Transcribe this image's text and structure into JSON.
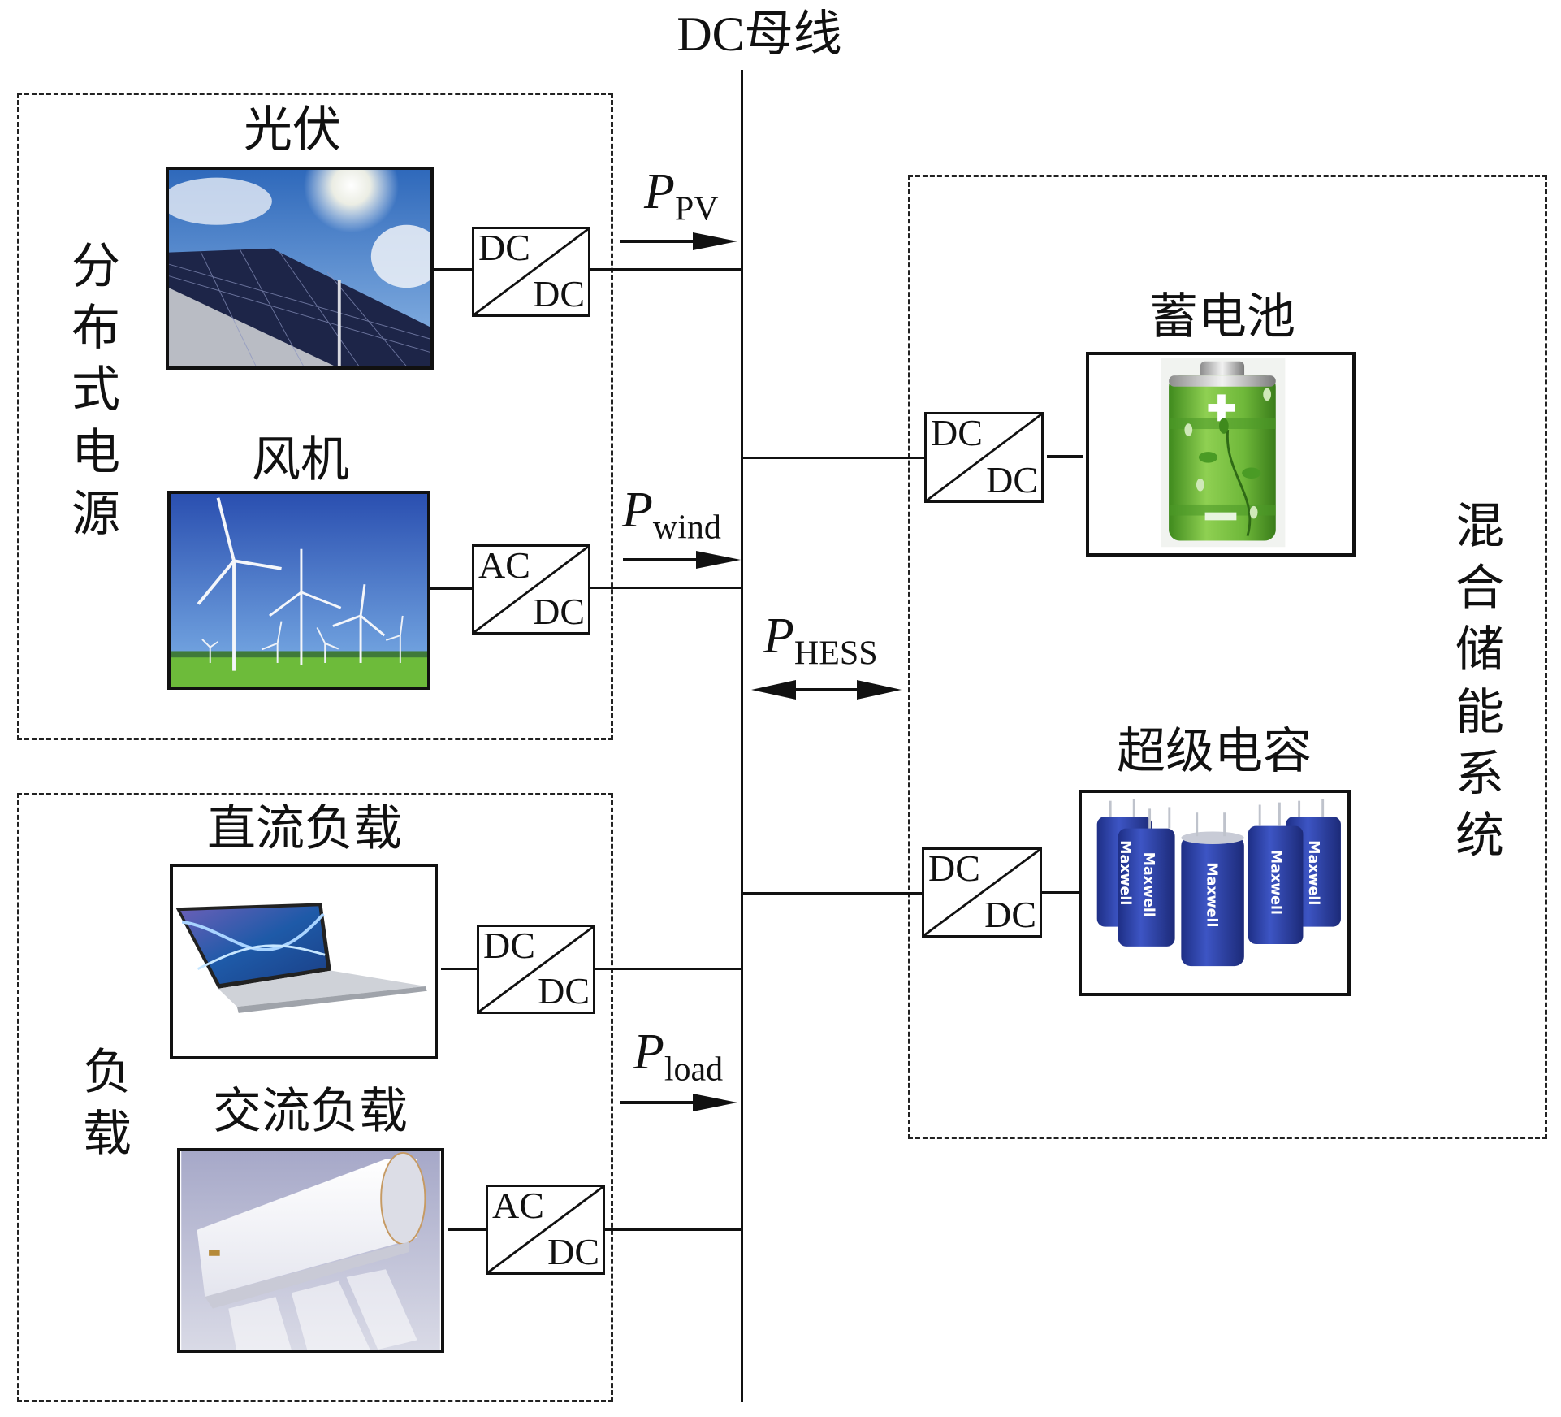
{
  "title": "DC母线",
  "groups": {
    "sources": "分布式电源",
    "loads": "负载",
    "hess": "混合储能系统"
  },
  "components": {
    "pv": {
      "label": "光伏",
      "converter": {
        "in": "DC",
        "out": "DC"
      }
    },
    "wind": {
      "label": "风机",
      "converter": {
        "in": "AC",
        "out": "DC"
      }
    },
    "battery": {
      "label": "蓄电池",
      "converter": {
        "in": "DC",
        "out": "DC"
      }
    },
    "supercap": {
      "label": "超级电容",
      "converter": {
        "in": "DC",
        "out": "DC"
      },
      "brand": "Maxwell"
    },
    "dc_load": {
      "label": "直流负载",
      "converter": {
        "in": "DC",
        "out": "DC"
      }
    },
    "ac_load": {
      "label": "交流负载",
      "converter": {
        "in": "AC",
        "out": "DC"
      }
    }
  },
  "flows": {
    "pv": {
      "symbol": "P",
      "sub": "PV"
    },
    "wind": {
      "symbol": "P",
      "sub": "wind"
    },
    "hess": {
      "symbol": "P",
      "sub": "HESS"
    },
    "load": {
      "symbol": "P",
      "sub": "load"
    }
  },
  "colors": {
    "line": "#111111",
    "sky": "#3f79c8",
    "battery_green": "#6fb83a",
    "supercap_blue": "#2c3f9e",
    "grass": "#6dbb3a"
  }
}
